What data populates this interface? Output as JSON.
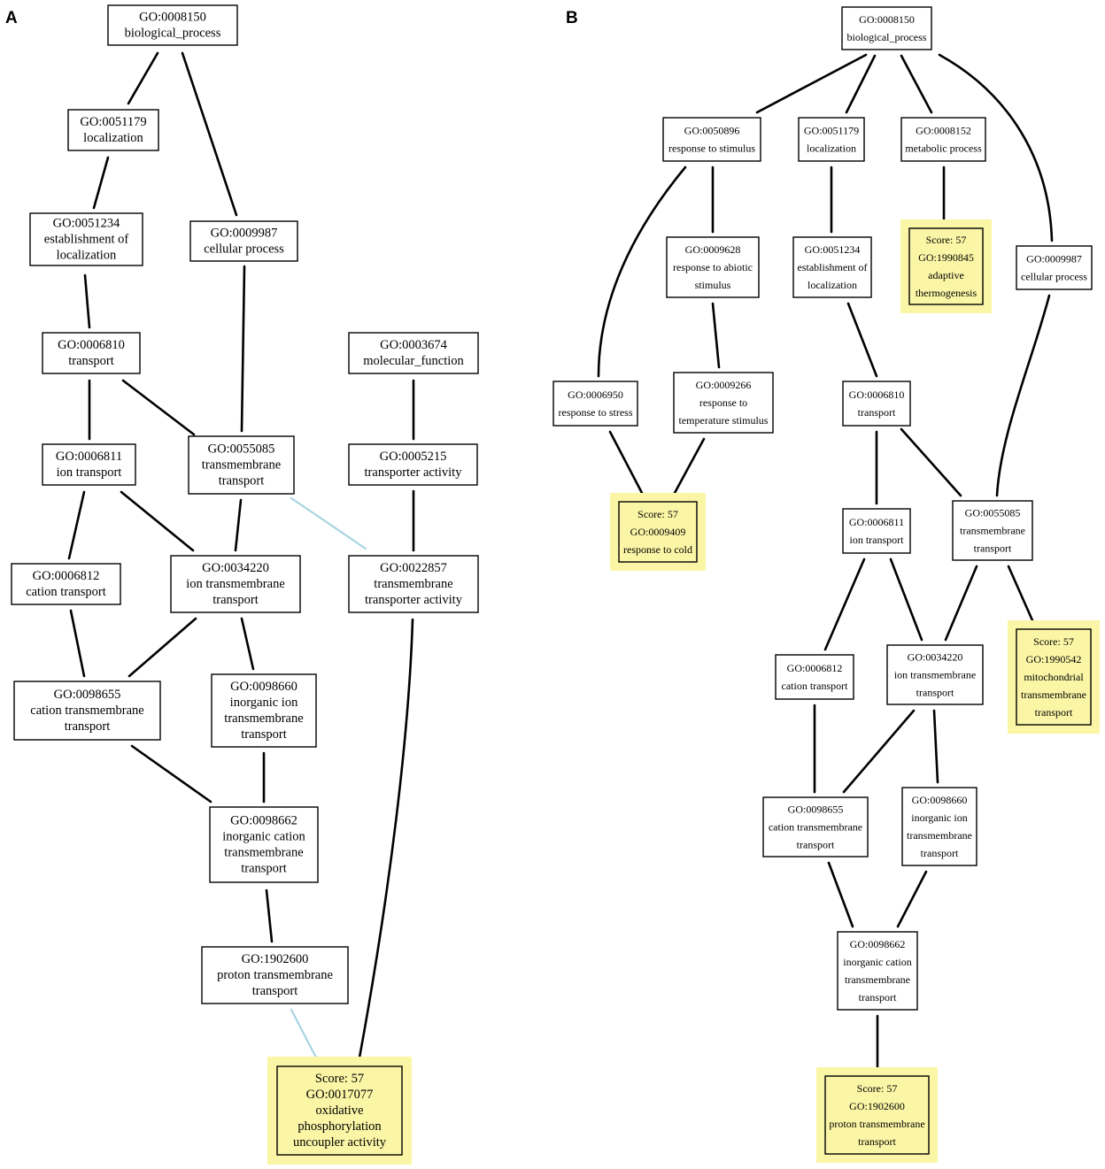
{
  "panels": [
    {
      "letter": "A",
      "nodes": [
        {
          "id": "a_8150",
          "lines": [
            "GO:0008150",
            "biological_process"
          ]
        },
        {
          "id": "a_51179",
          "lines": [
            "GO:0051179",
            "localization"
          ]
        },
        {
          "id": "a_51234",
          "lines": [
            "GO:0051234",
            "establishment of",
            "localization"
          ]
        },
        {
          "id": "a_9987",
          "lines": [
            "GO:0009987",
            "cellular process"
          ]
        },
        {
          "id": "a_6810",
          "lines": [
            "GO:0006810",
            "transport"
          ]
        },
        {
          "id": "a_3674",
          "lines": [
            "GO:0003674",
            "molecular_function"
          ]
        },
        {
          "id": "a_6811",
          "lines": [
            "GO:0006811",
            "ion transport"
          ]
        },
        {
          "id": "a_55085",
          "lines": [
            "GO:0055085",
            "transmembrane",
            "transport"
          ]
        },
        {
          "id": "a_5215",
          "lines": [
            "GO:0005215",
            "transporter activity"
          ]
        },
        {
          "id": "a_6812",
          "lines": [
            "GO:0006812",
            "cation transport"
          ]
        },
        {
          "id": "a_34220",
          "lines": [
            "GO:0034220",
            "ion transmembrane",
            "transport"
          ]
        },
        {
          "id": "a_22857",
          "lines": [
            "GO:0022857",
            "transmembrane",
            "transporter activity"
          ]
        },
        {
          "id": "a_98655",
          "lines": [
            "GO:0098655",
            "cation transmembrane",
            "transport"
          ]
        },
        {
          "id": "a_98660",
          "lines": [
            "GO:0098660",
            "inorganic ion",
            "transmembrane",
            "transport"
          ]
        },
        {
          "id": "a_98662",
          "lines": [
            "GO:0098662",
            "inorganic cation",
            "transmembrane",
            "transport"
          ]
        },
        {
          "id": "a_1902600",
          "lines": [
            "GO:1902600",
            "proton transmembrane",
            "transport"
          ]
        },
        {
          "id": "a_17077",
          "highlight": true,
          "lines": [
            "Score: 57",
            "GO:0017077",
            "oxidative",
            "phosphorylation",
            "uncoupler activity"
          ]
        }
      ],
      "edges": [
        {
          "from": "a_8150",
          "to": "a_51179",
          "type": "is_a"
        },
        {
          "from": "a_8150",
          "to": "a_9987",
          "type": "is_a"
        },
        {
          "from": "a_51179",
          "to": "a_51234",
          "type": "is_a"
        },
        {
          "from": "a_51234",
          "to": "a_6810",
          "type": "is_a"
        },
        {
          "from": "a_9987",
          "to": "a_55085",
          "type": "is_a"
        },
        {
          "from": "a_6810",
          "to": "a_6811",
          "type": "is_a"
        },
        {
          "from": "a_6810",
          "to": "a_55085",
          "type": "is_a"
        },
        {
          "from": "a_3674",
          "to": "a_5215",
          "type": "is_a"
        },
        {
          "from": "a_5215",
          "to": "a_22857",
          "type": "is_a"
        },
        {
          "from": "a_6811",
          "to": "a_6812",
          "type": "is_a"
        },
        {
          "from": "a_6811",
          "to": "a_34220",
          "type": "is_a"
        },
        {
          "from": "a_55085",
          "to": "a_34220",
          "type": "is_a"
        },
        {
          "from": "a_55085",
          "to": "a_22857",
          "type": "regulates"
        },
        {
          "from": "a_6812",
          "to": "a_98655",
          "type": "is_a"
        },
        {
          "from": "a_34220",
          "to": "a_98655",
          "type": "is_a"
        },
        {
          "from": "a_34220",
          "to": "a_98660",
          "type": "is_a"
        },
        {
          "from": "a_98655",
          "to": "a_98662",
          "type": "is_a"
        },
        {
          "from": "a_98660",
          "to": "a_98662",
          "type": "is_a"
        },
        {
          "from": "a_98662",
          "to": "a_1902600",
          "type": "is_a"
        },
        {
          "from": "a_1902600",
          "to": "a_17077",
          "type": "regulates"
        },
        {
          "from": "a_22857",
          "to": "a_17077",
          "type": "is_a"
        }
      ]
    },
    {
      "letter": "B",
      "nodes": [
        {
          "id": "b_8150",
          "lines": [
            "GO:0008150",
            "biological_process"
          ]
        },
        {
          "id": "b_50896",
          "lines": [
            "GO:0050896",
            "response to stimulus"
          ]
        },
        {
          "id": "b_51179",
          "lines": [
            "GO:0051179",
            "localization"
          ]
        },
        {
          "id": "b_8152",
          "lines": [
            "GO:0008152",
            "metabolic process"
          ]
        },
        {
          "id": "b_9628",
          "lines": [
            "GO:0009628",
            "response to abiotic",
            "stimulus"
          ]
        },
        {
          "id": "b_51234",
          "lines": [
            "GO:0051234",
            "establishment of",
            "localization"
          ]
        },
        {
          "id": "b_1990845",
          "highlight": true,
          "lines": [
            "Score: 57",
            "GO:1990845",
            "adaptive",
            "thermogenesis"
          ]
        },
        {
          "id": "b_9987",
          "lines": [
            "GO:0009987",
            "cellular process"
          ]
        },
        {
          "id": "b_6950",
          "lines": [
            "GO:0006950",
            "response to stress"
          ]
        },
        {
          "id": "b_9266",
          "lines": [
            "GO:0009266",
            "response to",
            "temperature stimulus"
          ]
        },
        {
          "id": "b_6810",
          "lines": [
            "GO:0006810",
            "transport"
          ]
        },
        {
          "id": "b_9409",
          "highlight": true,
          "lines": [
            "Score: 57",
            "GO:0009409",
            "response to cold"
          ]
        },
        {
          "id": "b_6811",
          "lines": [
            "GO:0006811",
            "ion transport"
          ]
        },
        {
          "id": "b_55085",
          "lines": [
            "GO:0055085",
            "transmembrane",
            "transport"
          ]
        },
        {
          "id": "b_1990542",
          "highlight": true,
          "lines": [
            "Score: 57",
            "GO:1990542",
            "mitochondrial",
            "transmembrane",
            "transport"
          ]
        },
        {
          "id": "b_6812",
          "lines": [
            "GO:0006812",
            "cation transport"
          ]
        },
        {
          "id": "b_34220",
          "lines": [
            "GO:0034220",
            "ion transmembrane",
            "transport"
          ]
        },
        {
          "id": "b_98655",
          "lines": [
            "GO:0098655",
            "cation transmembrane",
            "transport"
          ]
        },
        {
          "id": "b_98660",
          "lines": [
            "GO:0098660",
            "inorganic ion",
            "transmembrane",
            "transport"
          ]
        },
        {
          "id": "b_98662",
          "lines": [
            "GO:0098662",
            "inorganic cation",
            "transmembrane",
            "transport"
          ]
        },
        {
          "id": "b_1902600",
          "highlight": true,
          "lines": [
            "Score: 57",
            "GO:1902600",
            "proton transmembrane",
            "transport"
          ]
        }
      ],
      "edges": [
        {
          "from": "b_8150",
          "to": "b_50896",
          "type": "is_a"
        },
        {
          "from": "b_8150",
          "to": "b_51179",
          "type": "is_a"
        },
        {
          "from": "b_8150",
          "to": "b_8152",
          "type": "is_a"
        },
        {
          "from": "b_8150",
          "to": "b_9987",
          "type": "is_a"
        },
        {
          "from": "b_50896",
          "to": "b_9628",
          "type": "is_a"
        },
        {
          "from": "b_50896",
          "to": "b_6950",
          "type": "is_a"
        },
        {
          "from": "b_51179",
          "to": "b_51234",
          "type": "is_a"
        },
        {
          "from": "b_8152",
          "to": "b_1990845",
          "type": "is_a"
        },
        {
          "from": "b_9628",
          "to": "b_9266",
          "type": "is_a"
        },
        {
          "from": "b_51234",
          "to": "b_6810",
          "type": "is_a"
        },
        {
          "from": "b_9987",
          "to": "b_55085",
          "type": "is_a"
        },
        {
          "from": "b_6950",
          "to": "b_9409",
          "type": "is_a"
        },
        {
          "from": "b_9266",
          "to": "b_9409",
          "type": "is_a"
        },
        {
          "from": "b_6810",
          "to": "b_6811",
          "type": "is_a"
        },
        {
          "from": "b_6810",
          "to": "b_55085",
          "type": "is_a"
        },
        {
          "from": "b_6811",
          "to": "b_6812",
          "type": "is_a"
        },
        {
          "from": "b_6811",
          "to": "b_34220",
          "type": "is_a"
        },
        {
          "from": "b_55085",
          "to": "b_34220",
          "type": "is_a"
        },
        {
          "from": "b_55085",
          "to": "b_1990542",
          "type": "is_a"
        },
        {
          "from": "b_6812",
          "to": "b_98655",
          "type": "is_a"
        },
        {
          "from": "b_34220",
          "to": "b_98655",
          "type": "is_a"
        },
        {
          "from": "b_34220",
          "to": "b_98660",
          "type": "is_a"
        },
        {
          "from": "b_98655",
          "to": "b_98662",
          "type": "is_a"
        },
        {
          "from": "b_98660",
          "to": "b_98662",
          "type": "is_a"
        },
        {
          "from": "b_98662",
          "to": "b_1902600",
          "type": "is_a"
        }
      ]
    }
  ],
  "colors": {
    "highlight_fill": "#fbf6a6",
    "regulates_edge": "#a7d4e2",
    "is_a_edge": "#000000"
  }
}
